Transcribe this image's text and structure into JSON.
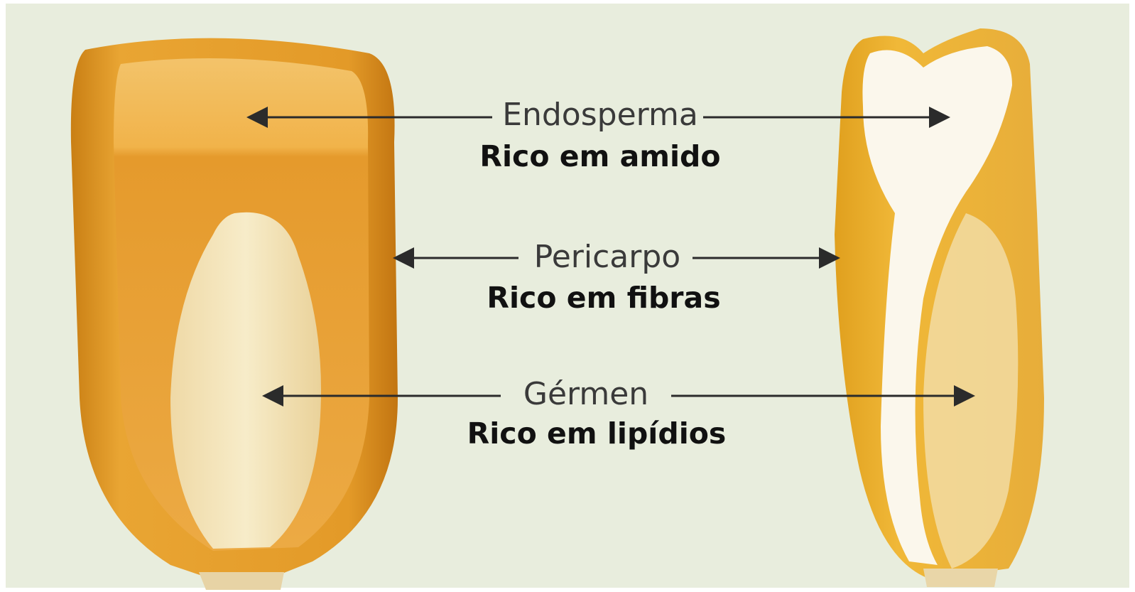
{
  "parts": [
    {
      "id": "endosperm",
      "name": "Endosperma",
      "description": "Rico em amido"
    },
    {
      "id": "pericarp",
      "name": "Pericarpo",
      "description": "Rico em fibras"
    },
    {
      "id": "germ",
      "name": "Gérmen",
      "description": "Rico em lipídios"
    }
  ],
  "colors": {
    "background": "#e8eddd",
    "kernel_dark": "#d68e1a",
    "kernel_mid": "#eaa63a",
    "kernel_light": "#f4c56a",
    "germ": "#f2e3b8",
    "endosperm_white": "#fbf7ec",
    "arrow": "#2b2b2b"
  }
}
